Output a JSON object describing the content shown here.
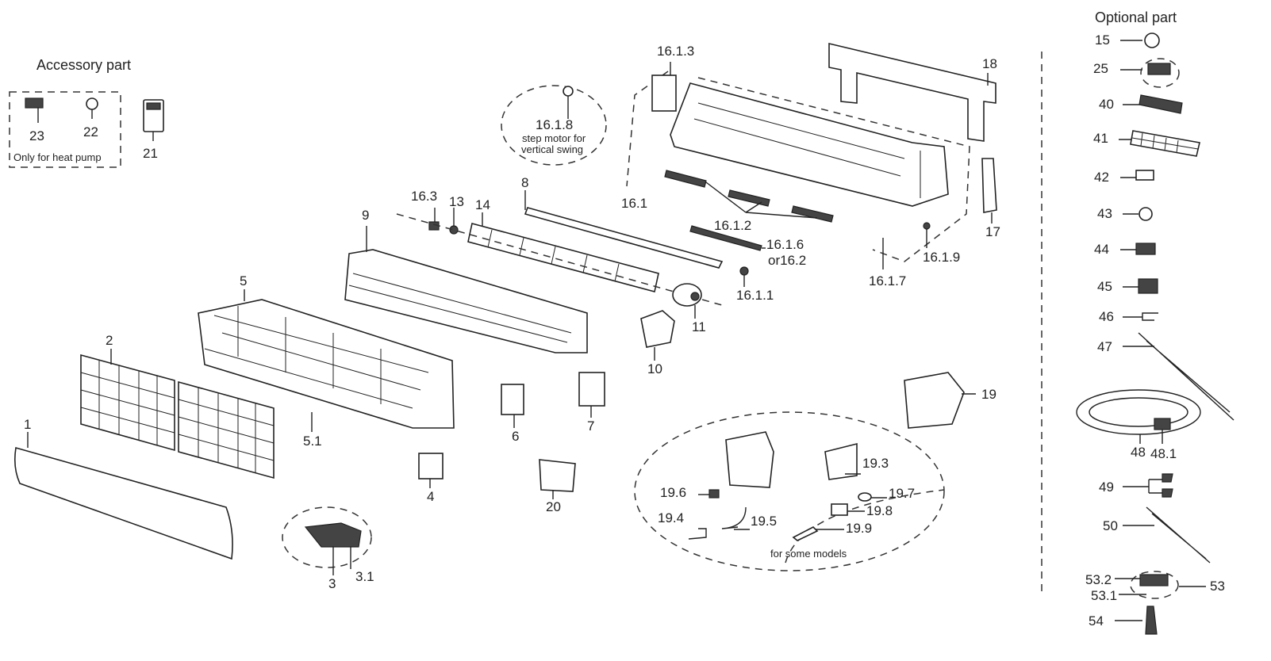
{
  "headings": {
    "accessory": "Accessory part",
    "heat_pump_note": "Only for heat pump",
    "optional": "Optional part",
    "step_motor_note_1": "step motor for",
    "step_motor_note_2": "vertical swing",
    "some_models_note": "for some models"
  },
  "labels": {
    "p1": "1",
    "p2": "2",
    "p3": "3",
    "p3_1": "3.1",
    "p4": "4",
    "p5": "5",
    "p5_1": "5.1",
    "p6": "6",
    "p7": "7",
    "p8": "8",
    "p9": "9",
    "p10": "10",
    "p11": "11",
    "p13": "13",
    "p14": "14",
    "p16_3": "16.3",
    "p16_1_8": "16.1.8",
    "p16_1_3": "16.1.3",
    "p16_1": "16.1",
    "p16_1_2": "16.1.2",
    "p16_1_6": "16.1.6",
    "p16_2": "or16.2",
    "p16_1_1": "16.1.1",
    "p16_1_7": "16.1.7",
    "p16_1_9": "16.1.9",
    "p17": "17",
    "p18": "18",
    "p19": "19",
    "p19_3": "19.3",
    "p19_4": "19.4",
    "p19_5": "19.5",
    "p19_6": "19.6",
    "p19_7": "19.7",
    "p19_8": "19.8",
    "p19_9": "19.9",
    "p20": "20",
    "p21": "21",
    "p22": "22",
    "p23": "23"
  },
  "optional_parts": {
    "p15": "15",
    "p25": "25",
    "p40": "40",
    "p41": "41",
    "p42": "42",
    "p43": "43",
    "p44": "44",
    "p45": "45",
    "p46": "46",
    "p47": "47",
    "p48": "48",
    "p48_1": "48.1",
    "p49": "49",
    "p50": "50",
    "p53": "53",
    "p53_1": "53.1",
    "p53_2": "53.2",
    "p54": "54"
  }
}
